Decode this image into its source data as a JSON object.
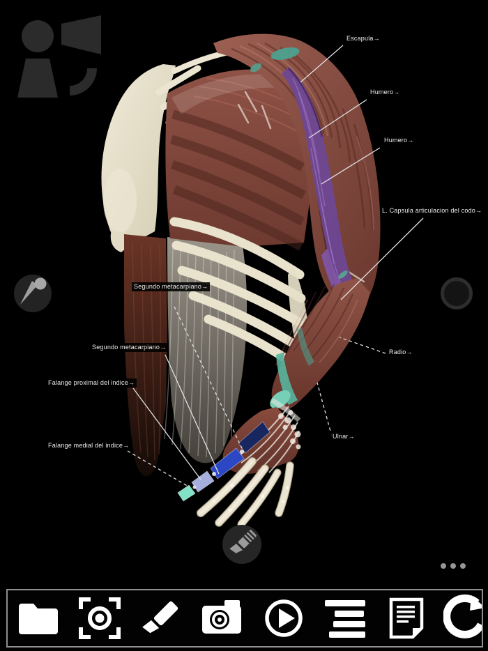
{
  "viewer": {
    "labels": [
      {
        "text": "Escapula→",
        "leader": "solid"
      },
      {
        "text": "Humero→",
        "leader": "solid"
      },
      {
        "text": "Humero→",
        "leader": "solid"
      },
      {
        "text": "L. Capsula articulacion del codo→",
        "leader": "solid"
      },
      {
        "text": "Segundo metacarpiano→",
        "leader": "dashed"
      },
      {
        "text": "Segundo metacarpiano→",
        "leader": "solid"
      },
      {
        "text": "Falange proximal del indice→",
        "leader": "solid"
      },
      {
        "text": "Falange medial del indice→",
        "leader": "dashed"
      },
      {
        "text": "Radio→",
        "leader": "dashed"
      },
      {
        "text": "Ulnar→",
        "leader": "dashed"
      }
    ],
    "tools": {
      "top_left_icon": "presenter-megaphone-icon",
      "left_button_icon": "pin-icon",
      "right_button_icon": "ring-icon",
      "bottom_button_icon": "marker-pen-icon",
      "more_button_icon": "ellipsis-icon"
    }
  },
  "toolbar": {
    "icons": [
      {
        "name": "folder-icon"
      },
      {
        "name": "capture-frame-icon"
      },
      {
        "name": "marker-icon"
      },
      {
        "name": "camera-icon"
      },
      {
        "name": "play-icon"
      },
      {
        "name": "list-lines-icon"
      },
      {
        "name": "document-icon"
      },
      {
        "name": "rotate-arrow-icon"
      }
    ]
  },
  "colors": {
    "background": "#000000",
    "label_text": "#eeeeee",
    "leader_line": "#e2e2e2",
    "muscle": "#8a5044",
    "bone": "#e9e2cd",
    "fascia_gray": "#9a948a",
    "highlight_purple": "#6e4796",
    "highlight_navy": "#18275f",
    "highlight_blue": "#2b47c4",
    "highlight_lavender": "#a6aede",
    "highlight_mint": "#82e2c6",
    "highlight_teal": "#58b59d",
    "icon_white": "#ffffff",
    "dim_icon_gray": "#2b2b2b"
  }
}
